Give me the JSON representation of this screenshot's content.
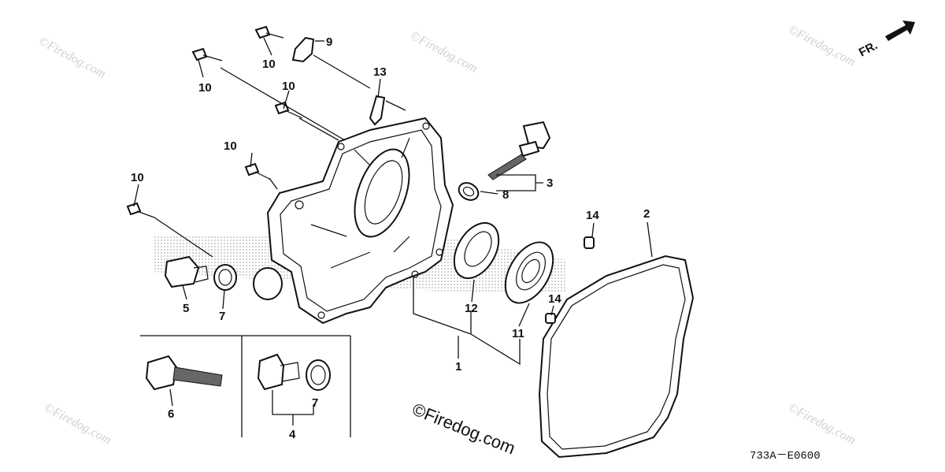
{
  "callouts": {
    "c1": "1",
    "c2": "2",
    "c3": "3",
    "c4": "4",
    "c5": "5",
    "c6": "6",
    "c7a": "7",
    "c7b": "7",
    "c8": "8",
    "c9": "9",
    "c10a": "10",
    "c10b": "10",
    "c10c": "10",
    "c10d": "10",
    "c10e": "10",
    "c11": "11",
    "c12": "12",
    "c13": "13",
    "c14a": "14",
    "c14b": "14"
  },
  "direction_label": "FR.",
  "diagram_code": "733A－E0600",
  "watermark": {
    "main": "©Firedog.com",
    "faint": "©Firedog.com"
  },
  "icons": {
    "direction": "forward-arrow-icon"
  }
}
